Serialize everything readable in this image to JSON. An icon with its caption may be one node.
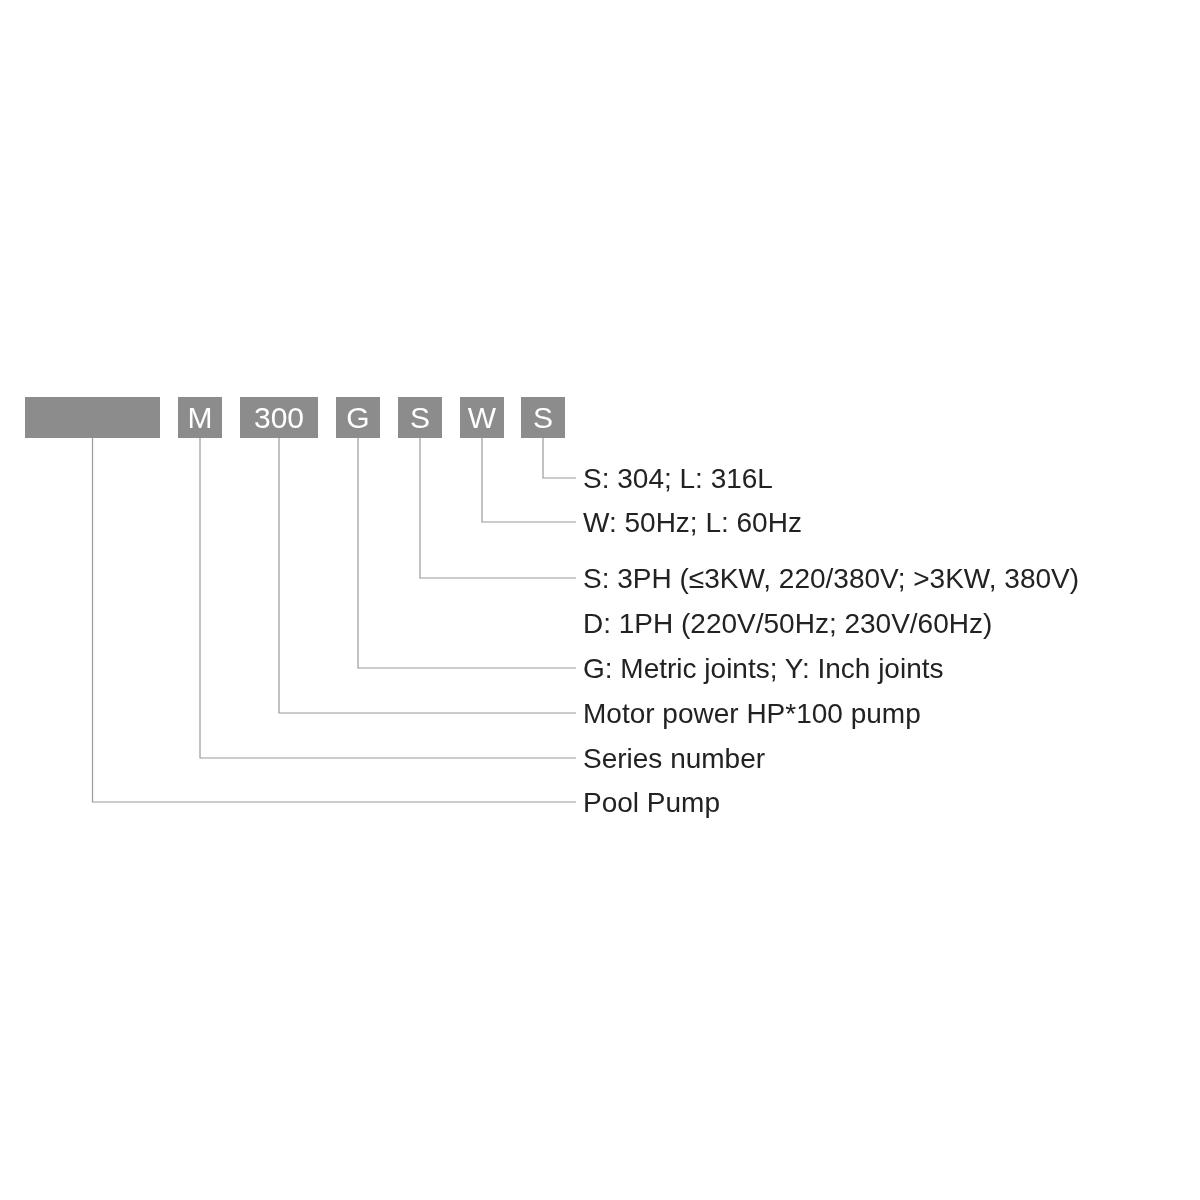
{
  "diagram": {
    "nodes": [
      {
        "text": [],
        "shape": "box"
      },
      {
        "text": [
          "M"
        ]
      },
      {
        "text": [
          "300"
        ]
      },
      {
        "text": [
          "G"
        ]
      },
      {
        "text": [
          "S"
        ]
      },
      {
        "text": [
          "W"
        ]
      },
      {
        "text": [
          "S"
        ]
      },
      {
        "text": [
          "S: 304; L: 316L"
        ]
      },
      {
        "text": [
          "W: 50Hz; L: 60Hz"
        ]
      },
      {
        "text": [
          "S: 3PH (≤3KW, 220/380V; >3KW, 380V)",
          "D: 1PH (220V/50Hz; 230V/60Hz)"
        ]
      },
      {
        "text": [
          "G: Metric joints; Y: Inch joints"
        ]
      },
      {
        "text": [
          "Motor power HP*100 pump"
        ]
      },
      {
        "text": [
          "Series number"
        ]
      },
      {
        "text": [
          "Pool Pump"
        ]
      }
    ],
    "edges": [
      {
        "from": 6,
        "to": 7,
        "arrow": "none"
      },
      {
        "from": 5,
        "to": 8,
        "arrow": "none"
      },
      {
        "from": 4,
        "to": 9,
        "arrow": "none"
      },
      {
        "from": 3,
        "to": 10,
        "arrow": "none"
      },
      {
        "from": 2,
        "to": 11,
        "arrow": "none"
      },
      {
        "from": 1,
        "to": 12,
        "arrow": "none"
      },
      {
        "from": 0,
        "to": 13,
        "arrow": "none"
      }
    ]
  }
}
